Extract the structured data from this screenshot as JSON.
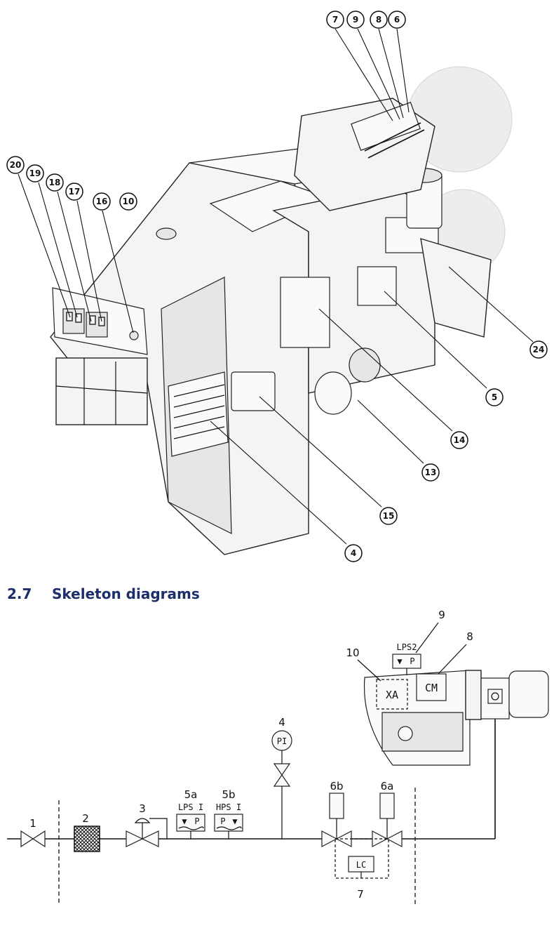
{
  "figure_callouts": {
    "c7": "7",
    "c9": "9",
    "c8": "8",
    "c6": "6",
    "c20": "20",
    "c19": "19",
    "c18": "18",
    "c17": "17",
    "c16": "16",
    "c10": "10",
    "c24": "24",
    "c5": "5",
    "c14": "14",
    "c13": "13",
    "c15": "15",
    "c4": "4"
  },
  "section": {
    "number": "2.7",
    "title": "Skeleton diagrams"
  },
  "skeleton": {
    "item1": "1",
    "item2": "2",
    "item3": "3",
    "item4": "4",
    "item5a": "5a",
    "item5b": "5b",
    "item6a": "6a",
    "item6b": "6b",
    "item7": "7",
    "item8": "8",
    "item9": "9",
    "item10": "10",
    "pi": "PI",
    "lps1": "LPS I",
    "hps1": "HPS I",
    "lps2": "LPS2",
    "cm": "CM",
    "xa": "XA",
    "lc": "LC",
    "p_symbol": "P",
    "arrow_symbol": "▼"
  },
  "colors": {
    "heading": "#1c2f6b",
    "line": "#111111"
  }
}
